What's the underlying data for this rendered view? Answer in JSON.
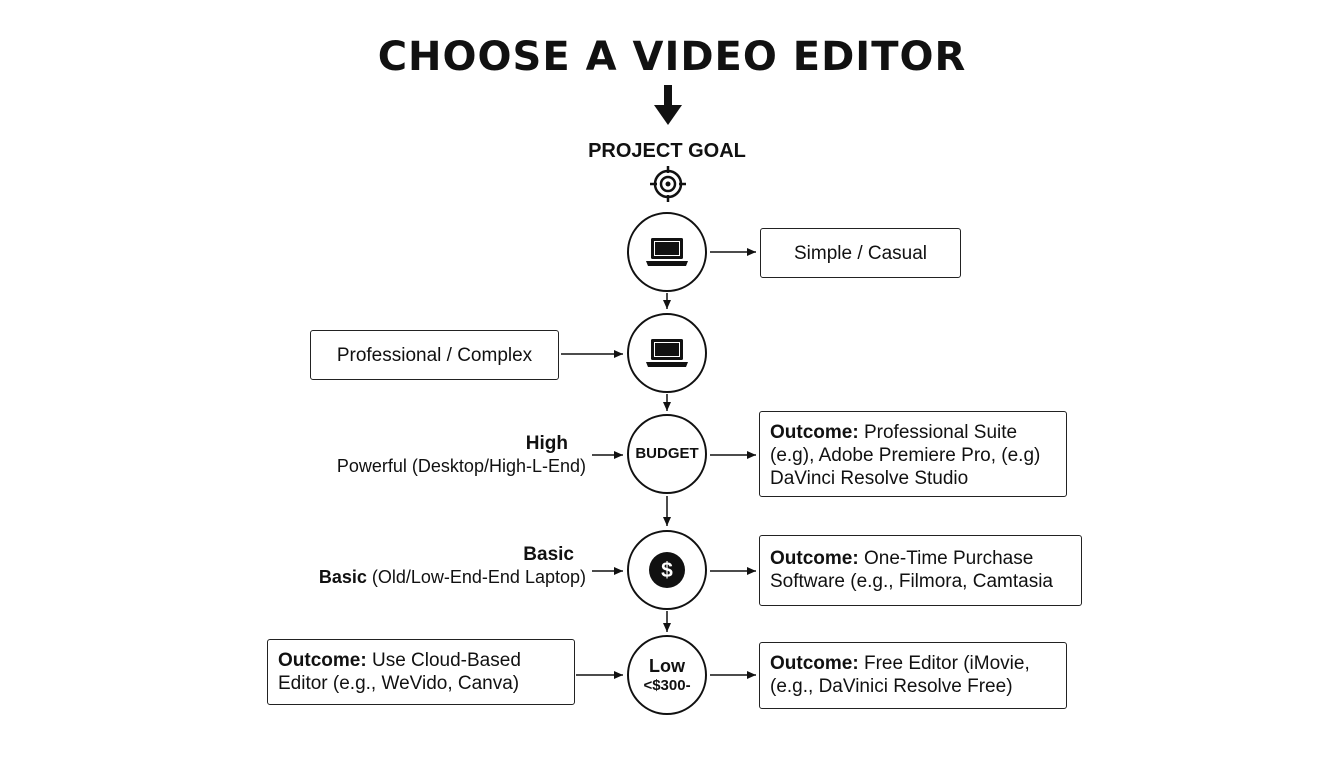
{
  "title": "CHOOSE A VIDEO EDITOR",
  "subtitle": "PROJECT GOAL",
  "icons": {
    "down_arrow": "down-arrow-icon",
    "target": "target-icon",
    "laptop": "laptop-icon",
    "dollar": "dollar-icon"
  },
  "nodes": {
    "budget": "BUDGET",
    "low_top": "Low",
    "low_bottom": "<$300-"
  },
  "boxes": {
    "simple": "Simple / Casual",
    "professional": "Professional / Complex",
    "outcome_professional": {
      "label": "Outcome:",
      "line1": "Professional Suite",
      "line2": "(e.g), Adobe Premiere Pro, (e.g)",
      "line3": "DaVinci Resolve Studio"
    },
    "outcome_one_time": {
      "label": "Outcome:",
      "line1": "One-Time Purchase",
      "line2": "Software (e.g., Filmora, Camtasia"
    },
    "outcome_cloud": {
      "label": "Outcome:",
      "line1": "Use Cloud-Based",
      "line2": "Editor (e.g., WeVido, Canva)"
    },
    "outcome_free": {
      "label": "Outcome:",
      "line1": "Free Editor (iMovie,",
      "line2": "(e.g., DaVinici Resolve Free)"
    }
  },
  "side_labels": {
    "high_title": "High",
    "high_desc": "Powerful (Desktop/High-L-End)",
    "basic_title": "Basic",
    "basic_desc_strong": "Basic",
    "basic_desc_rest": " (Old/Low-End-End Laptop)"
  },
  "colors": {
    "ink": "#111111",
    "background": "#ffffff"
  }
}
